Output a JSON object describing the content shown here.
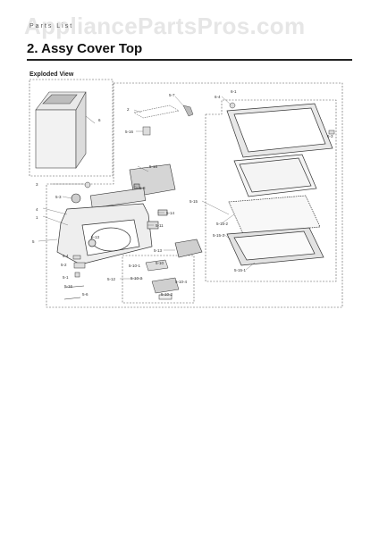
{
  "header": {
    "watermark": "AppliancePartsPros.com",
    "small_text": "Parts List"
  },
  "section": {
    "title": "2.  Assy Cover Top",
    "subtitle": "Exploded View"
  },
  "callouts": {
    "c1": "1",
    "c2": "2",
    "c3": "3",
    "c4": "4",
    "c5": "5",
    "c6": "6",
    "c51": "5-1",
    "c52": "5-2",
    "c53": "5-3",
    "c54": "5-4",
    "c56": "5-6",
    "c57": "5-7",
    "c58": "5-8",
    "c510": "5-10",
    "c511": "5-11",
    "c512": "5-12",
    "c513": "5-13",
    "c514": "5-14",
    "c515": "5-15",
    "c516": "5-16",
    "c5101": "5-10-1",
    "c5102": "5-10-2",
    "c5103": "5-10-3",
    "c5104": "5-10-4",
    "c511b": "5-11",
    "c5151": "5-15-1",
    "c5152": "5-15-2",
    "c5153": "5-15-3",
    "c516b": "5-16",
    "c61": "6-1",
    "c63": "6-3",
    "c64": "6-4"
  }
}
